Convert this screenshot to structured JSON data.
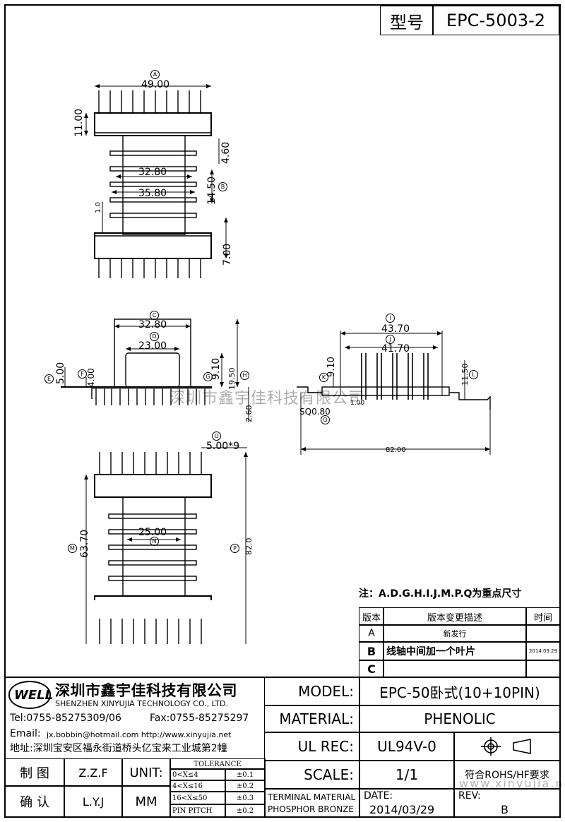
{
  "header": {
    "type_label": "型号",
    "part_number": "EPC-5003-2"
  },
  "dims": {
    "A": "49.00",
    "h11": "11.00",
    "h460": "4.60",
    "d3280a": "32.80",
    "d3580": "35.80",
    "h1450": "14.50",
    "h10": "1.0",
    "h700": "7.00",
    "C": "32.80",
    "D": "23.00",
    "F": "5.00",
    "Fb": "4.00",
    "G": "9.10",
    "H": "19.50",
    "h260": "2.60",
    "I": "43.70",
    "J": "41.70",
    "K": "9.10",
    "L": "11.50",
    "h100": "1.00",
    "SQ": "SQ0.80",
    "w82": "82.00",
    "O": "5.00*9",
    "M": "63.70",
    "N": "25.00",
    "P": "82.0"
  },
  "callouts": {
    "a": "A",
    "b": "B",
    "c": "C",
    "d": "D",
    "e": "E",
    "f": "F",
    "g": "G",
    "h": "H",
    "i": "I",
    "j": "J",
    "k": "K",
    "l": "L",
    "m": "M",
    "n": "N",
    "o": "O",
    "p": "P",
    "q": "Q"
  },
  "watermark": "深圳市鑫宇佳科技有限公司",
  "note": "注：A.D.G.H.I.J.M.P.Q为重点尺寸",
  "revisions": {
    "headers": [
      "版本",
      "版本变更描述",
      "时间"
    ],
    "rows": [
      {
        "ver": "A",
        "desc": "新发行",
        "date": ""
      },
      {
        "ver": "B",
        "desc": "线轴中间加一个叶片",
        "date": "2014.03.29"
      },
      {
        "ver": "C",
        "desc": "",
        "date": ""
      }
    ]
  },
  "company": {
    "logo": "WELL",
    "name_cn": "深圳市鑫宇佳科技有限公司",
    "name_en": "SHENZHEN XINYUJIA TECHNOLOGY CO., LTD.",
    "tel": "Tel:0755-85275309/06",
    "fax": "Fax:0755-85275297",
    "email_label": "Email:",
    "email": "jx.bobbin@hotmail.com http://www.xinyujia.net",
    "address": "地址:深圳宝安区福永街道桥头亿宝来工业城第2幢"
  },
  "signoff": {
    "drawn_label": "制 图",
    "drawn_by": "Z.Z.F",
    "checked_label": "确 认",
    "checked_by": "L.Y.J",
    "unit_label": "UNIT:",
    "unit": "MM"
  },
  "tolerance": {
    "title": "TOLERANCE",
    "rows": [
      {
        "range": "0<X≤4",
        "tol": "±0.1"
      },
      {
        "range": "4<X≤16",
        "tol": "±0.2"
      },
      {
        "range": "16<X≤50",
        "tol": "±0.3"
      },
      {
        "range": "PIN PITCH",
        "tol": "±0.2"
      }
    ]
  },
  "spec": {
    "model_label": "MODEL:",
    "model": "EPC-50卧式(10+10PIN)",
    "material_label": "MATERIAL:",
    "material": "PHENOLIC",
    "ulrec_label": "UL REC:",
    "ulrec": "UL94V-0",
    "scale_label": "SCALE:",
    "scale": "1/1",
    "compliance": "符合ROHS/HF要求",
    "terminal_label": "TERMINAL MATERIAL",
    "terminal": "PHOSPHOR BRONZE",
    "date_label": "DATE:",
    "date": "2014/03/29",
    "rev_label": "REV:",
    "rev": "B",
    "site": "www.xinyujia.net"
  }
}
